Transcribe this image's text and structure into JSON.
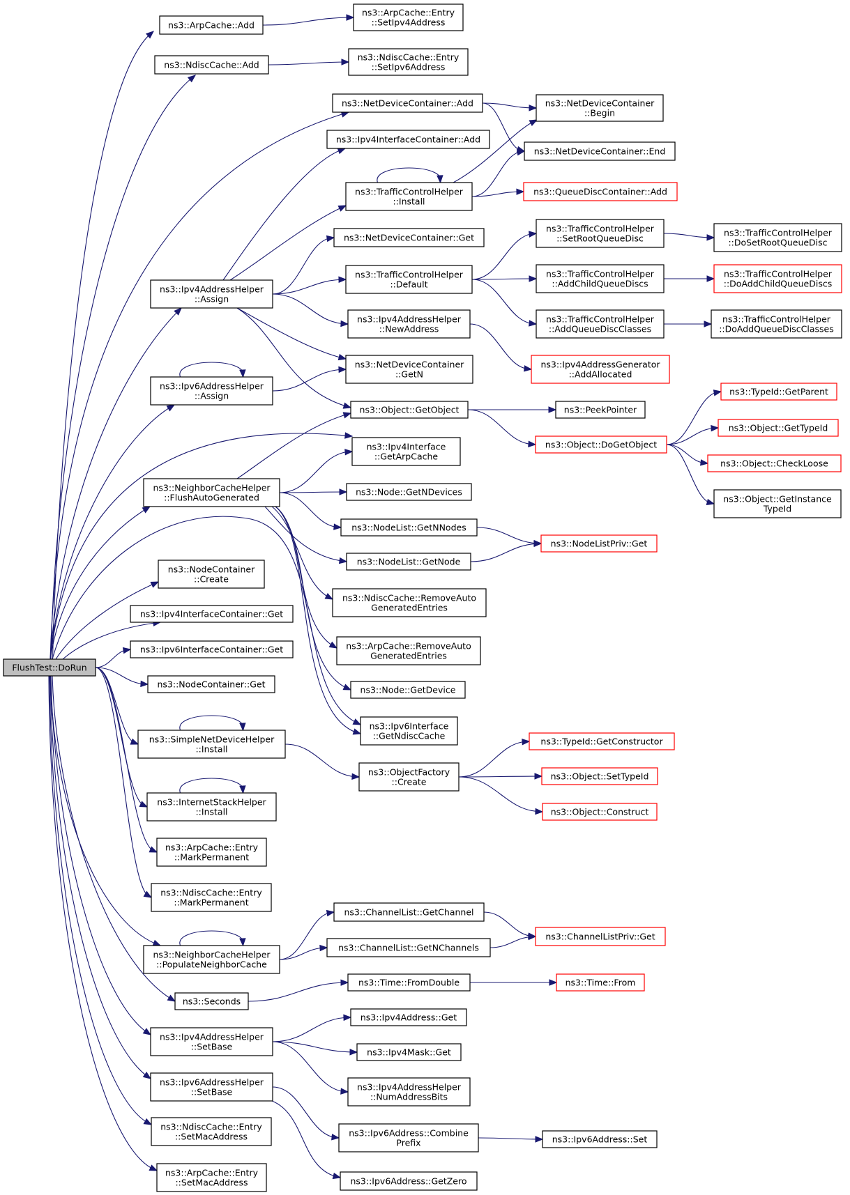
{
  "diagram": {
    "nodes": [
      {
        "id": "root",
        "lines": [
          "FlushTest::DoRun"
        ],
        "style": "root"
      },
      {
        "id": "arpAdd",
        "lines": [
          "ns3::ArpCache::Add"
        ],
        "style": "normal"
      },
      {
        "id": "arpEntrySetIpv4",
        "lines": [
          "ns3::ArpCache::Entry",
          "::SetIpv4Address"
        ],
        "style": "normal"
      },
      {
        "id": "ndiscAdd",
        "lines": [
          "ns3::NdiscCache::Add"
        ],
        "style": "normal"
      },
      {
        "id": "ndiscEntrySetIpv6",
        "lines": [
          "ns3::NdiscCache::Entry",
          "::SetIpv6Address"
        ],
        "style": "normal"
      },
      {
        "id": "ndcAdd",
        "lines": [
          "ns3::NetDeviceContainer::Add"
        ],
        "style": "normal"
      },
      {
        "id": "ndcBegin",
        "lines": [
          "ns3::NetDeviceContainer",
          "::Begin"
        ],
        "style": "normal"
      },
      {
        "id": "ndcEnd",
        "lines": [
          "ns3::NetDeviceContainer::End"
        ],
        "style": "normal"
      },
      {
        "id": "ipv4icAdd",
        "lines": [
          "ns3::Ipv4InterfaceContainer::Add"
        ],
        "style": "normal"
      },
      {
        "id": "tchInstall",
        "lines": [
          "ns3::TrafficControlHelper",
          "::Install"
        ],
        "style": "normal"
      },
      {
        "id": "qdcAdd",
        "lines": [
          "ns3::QueueDiscContainer::Add"
        ],
        "style": "red"
      },
      {
        "id": "ndcGet",
        "lines": [
          "ns3::NetDeviceContainer::Get"
        ],
        "style": "normal"
      },
      {
        "id": "tchSetRoot",
        "lines": [
          "ns3::TrafficControlHelper",
          "::SetRootQueueDisc"
        ],
        "style": "normal"
      },
      {
        "id": "tchDoSetRoot",
        "lines": [
          "ns3::TrafficControlHelper",
          "::DoSetRootQueueDisc"
        ],
        "style": "normal"
      },
      {
        "id": "ipv4ahAssign",
        "lines": [
          "ns3::Ipv4AddressHelper",
          "::Assign"
        ],
        "style": "normal"
      },
      {
        "id": "tchDefault",
        "lines": [
          "ns3::TrafficControlHelper",
          "::Default"
        ],
        "style": "normal"
      },
      {
        "id": "tchAddChild",
        "lines": [
          "ns3::TrafficControlHelper",
          "::AddChildQueueDiscs"
        ],
        "style": "normal"
      },
      {
        "id": "tchDoAddChild",
        "lines": [
          "ns3::TrafficControlHelper",
          "::DoAddChildQueueDiscs"
        ],
        "style": "red"
      },
      {
        "id": "tchAddClasses",
        "lines": [
          "ns3::TrafficControlHelper",
          "::AddQueueDiscClasses"
        ],
        "style": "normal"
      },
      {
        "id": "tchDoAddClasses",
        "lines": [
          "ns3::TrafficControlHelper",
          "::DoAddQueueDiscClasses"
        ],
        "style": "normal"
      },
      {
        "id": "ipv4ahNewAddr",
        "lines": [
          "ns3::Ipv4AddressHelper",
          "::NewAddress"
        ],
        "style": "normal"
      },
      {
        "id": "ipv4agAddAlloc",
        "lines": [
          "ns3::Ipv4AddressGenerator",
          "::AddAllocated"
        ],
        "style": "red"
      },
      {
        "id": "ndcGetN",
        "lines": [
          "ns3::NetDeviceContainer",
          "::GetN"
        ],
        "style": "normal"
      },
      {
        "id": "ipv6ahAssign",
        "lines": [
          "ns3::Ipv6AddressHelper",
          "::Assign"
        ],
        "style": "normal"
      },
      {
        "id": "objGetObject",
        "lines": [
          "ns3::Object::GetObject"
        ],
        "style": "normal"
      },
      {
        "id": "peekPointer",
        "lines": [
          "ns3::PeekPointer"
        ],
        "style": "normal"
      },
      {
        "id": "typeIdGetParent",
        "lines": [
          "ns3::TypeId::GetParent"
        ],
        "style": "red"
      },
      {
        "id": "ipv4ifGetArp",
        "lines": [
          "ns3::Ipv4Interface",
          "::GetArpCache"
        ],
        "style": "normal"
      },
      {
        "id": "objDoGetObject",
        "lines": [
          "ns3::Object::DoGetObject"
        ],
        "style": "red"
      },
      {
        "id": "objGetTypeId",
        "lines": [
          "ns3::Object::GetTypeId"
        ],
        "style": "red"
      },
      {
        "id": "objCheckLoose",
        "lines": [
          "ns3::Object::CheckLoose"
        ],
        "style": "red"
      },
      {
        "id": "nchFlush",
        "lines": [
          "ns3::NeighborCacheHelper",
          "::FlushAutoGenerated"
        ],
        "style": "normal"
      },
      {
        "id": "nodeGetNDevices",
        "lines": [
          "ns3::Node::GetNDevices"
        ],
        "style": "normal"
      },
      {
        "id": "objGetInstanceTypeId",
        "lines": [
          "ns3::Object::GetInstance",
          "TypeId"
        ],
        "style": "normal"
      },
      {
        "id": "nodeListGetNNodes",
        "lines": [
          "ns3::NodeList::GetNNodes"
        ],
        "style": "normal"
      },
      {
        "id": "nodeListPrivGet",
        "lines": [
          "ns3::NodeListPriv::Get"
        ],
        "style": "red"
      },
      {
        "id": "nodeListGetNode",
        "lines": [
          "ns3::NodeList::GetNode"
        ],
        "style": "normal"
      },
      {
        "id": "ncCreate",
        "lines": [
          "ns3::NodeContainer",
          "::Create"
        ],
        "style": "normal"
      },
      {
        "id": "ndiscRemoveAuto",
        "lines": [
          "ns3::NdiscCache::RemoveAuto",
          "GeneratedEntries"
        ],
        "style": "normal"
      },
      {
        "id": "ipv4icGet",
        "lines": [
          "ns3::Ipv4InterfaceContainer::Get"
        ],
        "style": "normal"
      },
      {
        "id": "arpRemoveAuto",
        "lines": [
          "ns3::ArpCache::RemoveAuto",
          "GeneratedEntries"
        ],
        "style": "normal"
      },
      {
        "id": "ipv6icGet",
        "lines": [
          "ns3::Ipv6InterfaceContainer::Get"
        ],
        "style": "normal"
      },
      {
        "id": "ncGet",
        "lines": [
          "ns3::NodeContainer::Get"
        ],
        "style": "normal"
      },
      {
        "id": "nodeGetDevice",
        "lines": [
          "ns3::Node::GetDevice"
        ],
        "style": "normal"
      },
      {
        "id": "ipv6ifGetNdisc",
        "lines": [
          "ns3::Ipv6Interface",
          "::GetNdiscCache"
        ],
        "style": "normal"
      },
      {
        "id": "sndhInstall",
        "lines": [
          "ns3::SimpleNetDeviceHelper",
          "::Install"
        ],
        "style": "normal"
      },
      {
        "id": "typeIdGetCtor",
        "lines": [
          "ns3::TypeId::GetConstructor"
        ],
        "style": "red"
      },
      {
        "id": "ofCreate",
        "lines": [
          "ns3::ObjectFactory",
          "::Create"
        ],
        "style": "normal"
      },
      {
        "id": "objSetTypeId",
        "lines": [
          "ns3::Object::SetTypeId"
        ],
        "style": "red"
      },
      {
        "id": "ishInstall",
        "lines": [
          "ns3::InternetStackHelper",
          "::Install"
        ],
        "style": "normal"
      },
      {
        "id": "objConstruct",
        "lines": [
          "ns3::Object::Construct"
        ],
        "style": "red"
      },
      {
        "id": "arpEntryMarkPerm",
        "lines": [
          "ns3::ArpCache::Entry",
          "::MarkPermanent"
        ],
        "style": "normal"
      },
      {
        "id": "ndiscEntryMarkPerm",
        "lines": [
          "ns3::NdiscCache::Entry",
          "::MarkPermanent"
        ],
        "style": "normal"
      },
      {
        "id": "chListGetChannel",
        "lines": [
          "ns3::ChannelList::GetChannel"
        ],
        "style": "normal"
      },
      {
        "id": "chListPrivGet",
        "lines": [
          "ns3::ChannelListPriv::Get"
        ],
        "style": "red"
      },
      {
        "id": "nchPopulate",
        "lines": [
          "ns3::NeighborCacheHelper",
          "::PopulateNeighborCache"
        ],
        "style": "normal"
      },
      {
        "id": "chListGetNCh",
        "lines": [
          "ns3::ChannelList::GetNChannels"
        ],
        "style": "normal"
      },
      {
        "id": "timeFromDouble",
        "lines": [
          "ns3::Time::FromDouble"
        ],
        "style": "normal"
      },
      {
        "id": "seconds",
        "lines": [
          "ns3::Seconds"
        ],
        "style": "normal"
      },
      {
        "id": "timeFrom",
        "lines": [
          "ns3::Time::From"
        ],
        "style": "red"
      },
      {
        "id": "ipv4addrGet",
        "lines": [
          "ns3::Ipv4Address::Get"
        ],
        "style": "normal"
      },
      {
        "id": "ipv4ahSetBase",
        "lines": [
          "ns3::Ipv4AddressHelper",
          "::SetBase"
        ],
        "style": "normal"
      },
      {
        "id": "ipv4maskGet",
        "lines": [
          "ns3::Ipv4Mask::Get"
        ],
        "style": "normal"
      },
      {
        "id": "ipv4ahNumBits",
        "lines": [
          "ns3::Ipv4AddressHelper",
          "::NumAddressBits"
        ],
        "style": "normal"
      },
      {
        "id": "ipv6ahSetBase",
        "lines": [
          "ns3::Ipv6AddressHelper",
          "::SetBase"
        ],
        "style": "normal"
      },
      {
        "id": "ndiscEntrySetMac",
        "lines": [
          "ns3::NdiscCache::Entry",
          "::SetMacAddress"
        ],
        "style": "normal"
      },
      {
        "id": "ipv6addrCombine",
        "lines": [
          "ns3::Ipv6Address::Combine",
          "Prefix"
        ],
        "style": "normal"
      },
      {
        "id": "ipv6addrSet",
        "lines": [
          "ns3::Ipv6Address::Set"
        ],
        "style": "normal"
      },
      {
        "id": "arpEntrySetMac",
        "lines": [
          "ns3::ArpCache::Entry",
          "::SetMacAddress"
        ],
        "style": "normal"
      },
      {
        "id": "ipv6addrGetZero",
        "lines": [
          "ns3::Ipv6Address::GetZero"
        ],
        "style": "normal"
      }
    ],
    "edges": [
      [
        "root",
        "arpAdd"
      ],
      [
        "root",
        "ndiscAdd"
      ],
      [
        "root",
        "ndcAdd"
      ],
      [
        "root",
        "ipv4ahAssign"
      ],
      [
        "root",
        "ipv6ahAssign"
      ],
      [
        "root",
        "ipv4ifGetArp"
      ],
      [
        "root",
        "nchFlush"
      ],
      [
        "root",
        "ipv6ifGetNdisc"
      ],
      [
        "root",
        "ncCreate"
      ],
      [
        "root",
        "ipv4icGet"
      ],
      [
        "root",
        "ipv6icGet"
      ],
      [
        "root",
        "ncGet"
      ],
      [
        "root",
        "sndhInstall"
      ],
      [
        "root",
        "ishInstall"
      ],
      [
        "root",
        "arpEntryMarkPerm"
      ],
      [
        "root",
        "ndiscEntryMarkPerm"
      ],
      [
        "root",
        "nchPopulate"
      ],
      [
        "root",
        "seconds"
      ],
      [
        "root",
        "ipv4ahSetBase"
      ],
      [
        "root",
        "ipv6ahSetBase"
      ],
      [
        "root",
        "ndiscEntrySetMac"
      ],
      [
        "root",
        "arpEntrySetMac"
      ],
      [
        "arpAdd",
        "arpEntrySetIpv4"
      ],
      [
        "ndiscAdd",
        "ndiscEntrySetIpv6"
      ],
      [
        "ndcAdd",
        "ndcBegin"
      ],
      [
        "ndcAdd",
        "ndcEnd"
      ],
      [
        "tchInstall",
        "tchInstall"
      ],
      [
        "tchInstall",
        "ndcBegin"
      ],
      [
        "tchInstall",
        "ndcEnd"
      ],
      [
        "tchInstall",
        "qdcAdd"
      ],
      [
        "ipv4ahAssign",
        "ipv4icAdd"
      ],
      [
        "ipv4ahAssign",
        "tchInstall"
      ],
      [
        "ipv4ahAssign",
        "ndcGet"
      ],
      [
        "ipv4ahAssign",
        "tchDefault"
      ],
      [
        "ipv4ahAssign",
        "ipv4ahNewAddr"
      ],
      [
        "ipv4ahAssign",
        "ndcGetN"
      ],
      [
        "ipv4ahAssign",
        "objGetObject"
      ],
      [
        "tchDefault",
        "tchSetRoot"
      ],
      [
        "tchDefault",
        "tchAddChild"
      ],
      [
        "tchDefault",
        "tchAddClasses"
      ],
      [
        "tchSetRoot",
        "tchDoSetRoot"
      ],
      [
        "tchAddChild",
        "tchDoAddChild"
      ],
      [
        "tchAddClasses",
        "tchDoAddClasses"
      ],
      [
        "ipv4ahNewAddr",
        "ipv4agAddAlloc"
      ],
      [
        "ipv6ahAssign",
        "ipv6ahAssign"
      ],
      [
        "ipv6ahAssign",
        "ndcGetN"
      ],
      [
        "objGetObject",
        "peekPointer"
      ],
      [
        "objGetObject",
        "objDoGetObject"
      ],
      [
        "objDoGetObject",
        "typeIdGetParent"
      ],
      [
        "objDoGetObject",
        "objGetTypeId"
      ],
      [
        "objDoGetObject",
        "objCheckLoose"
      ],
      [
        "objDoGetObject",
        "objGetInstanceTypeId"
      ],
      [
        "nchFlush",
        "objGetObject"
      ],
      [
        "nchFlush",
        "ipv4ifGetArp"
      ],
      [
        "nchFlush",
        "nodeGetNDevices"
      ],
      [
        "nchFlush",
        "nodeListGetNNodes"
      ],
      [
        "nchFlush",
        "nodeListGetNode"
      ],
      [
        "nchFlush",
        "ndiscRemoveAuto"
      ],
      [
        "nchFlush",
        "arpRemoveAuto"
      ],
      [
        "nchFlush",
        "nodeGetDevice"
      ],
      [
        "nchFlush",
        "ipv6ifGetNdisc"
      ],
      [
        "nodeListGetNNodes",
        "nodeListPrivGet"
      ],
      [
        "nodeListGetNode",
        "nodeListPrivGet"
      ],
      [
        "sndhInstall",
        "sndhInstall"
      ],
      [
        "sndhInstall",
        "ofCreate"
      ],
      [
        "ofCreate",
        "typeIdGetCtor"
      ],
      [
        "ofCreate",
        "objSetTypeId"
      ],
      [
        "ofCreate",
        "objConstruct"
      ],
      [
        "ishInstall",
        "ishInstall"
      ],
      [
        "nchPopulate",
        "nchPopulate"
      ],
      [
        "nchPopulate",
        "chListGetChannel"
      ],
      [
        "nchPopulate",
        "chListGetNCh"
      ],
      [
        "chListGetChannel",
        "chListPrivGet"
      ],
      [
        "chListGetNCh",
        "chListPrivGet"
      ],
      [
        "seconds",
        "timeFromDouble"
      ],
      [
        "timeFromDouble",
        "timeFrom"
      ],
      [
        "ipv4ahSetBase",
        "ipv4addrGet"
      ],
      [
        "ipv4ahSetBase",
        "ipv4maskGet"
      ],
      [
        "ipv4ahSetBase",
        "ipv4ahNumBits"
      ],
      [
        "ipv6ahSetBase",
        "ipv6addrCombine"
      ],
      [
        "ipv6ahSetBase",
        "ipv6addrGetZero"
      ],
      [
        "ipv6addrCombine",
        "ipv6addrSet"
      ]
    ]
  }
}
